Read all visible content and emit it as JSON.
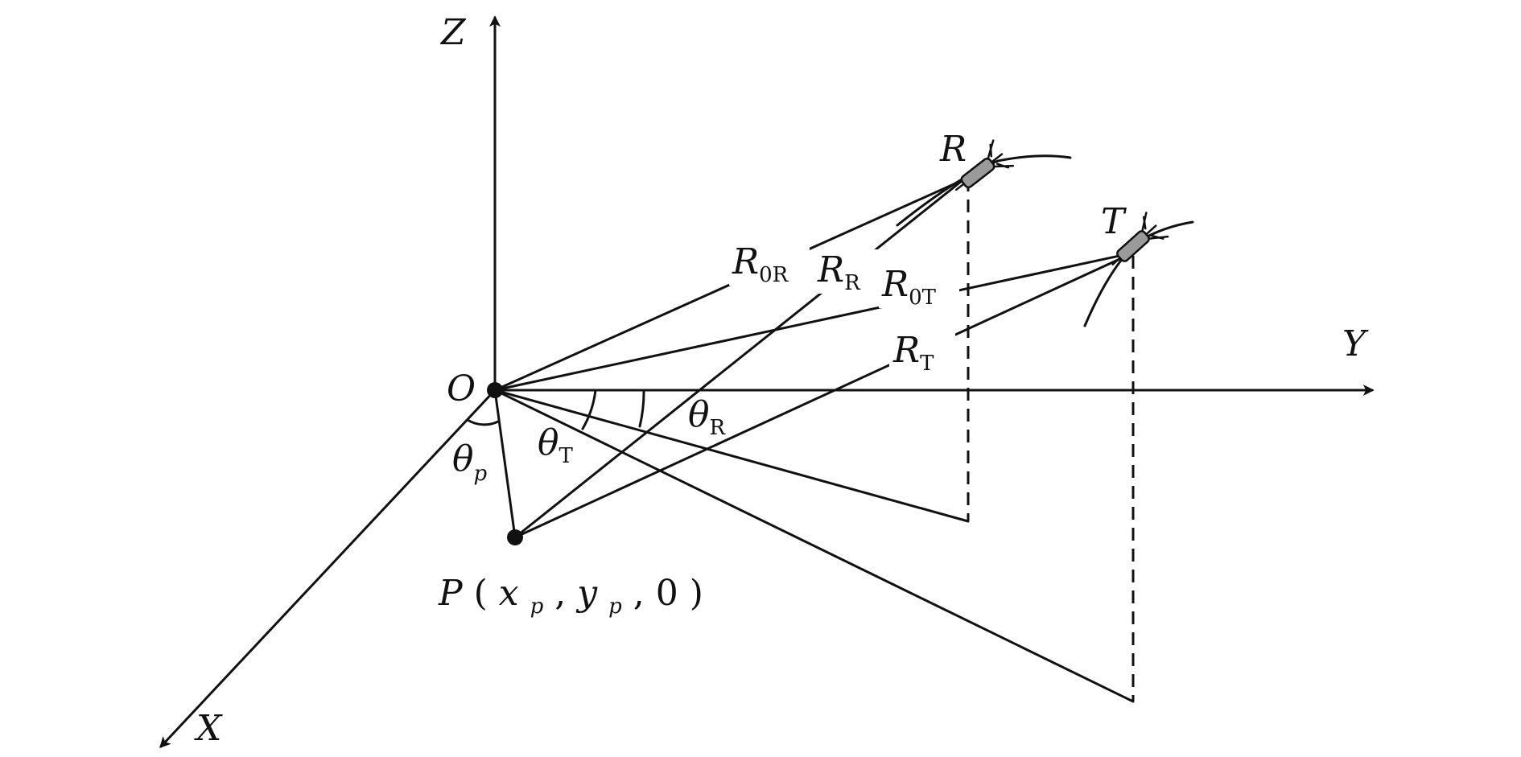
{
  "axes": {
    "z": "Z",
    "y": "Y",
    "x": "X",
    "origin": "O"
  },
  "points": {
    "receiver": "R",
    "transmitter": "T",
    "target": {
      "name": "P",
      "open": "(",
      "x": "x",
      "x_sub": "p",
      "comma1": ",",
      "y": "y",
      "y_sub": "p",
      "comma2": ",",
      "zero": "0",
      "close": ")"
    }
  },
  "labels": {
    "R0R": {
      "main": "R",
      "sub": "0R"
    },
    "RR": {
      "main": "R",
      "sub": "R"
    },
    "R0T": {
      "main": "R",
      "sub": "0T"
    },
    "RT": {
      "main": "R",
      "sub": "T"
    },
    "thetaR": {
      "main": "θ",
      "sub": "R"
    },
    "thetaT": {
      "main": "θ",
      "sub": "T"
    },
    "thetaP": {
      "main": "θ",
      "sub": "p"
    }
  }
}
